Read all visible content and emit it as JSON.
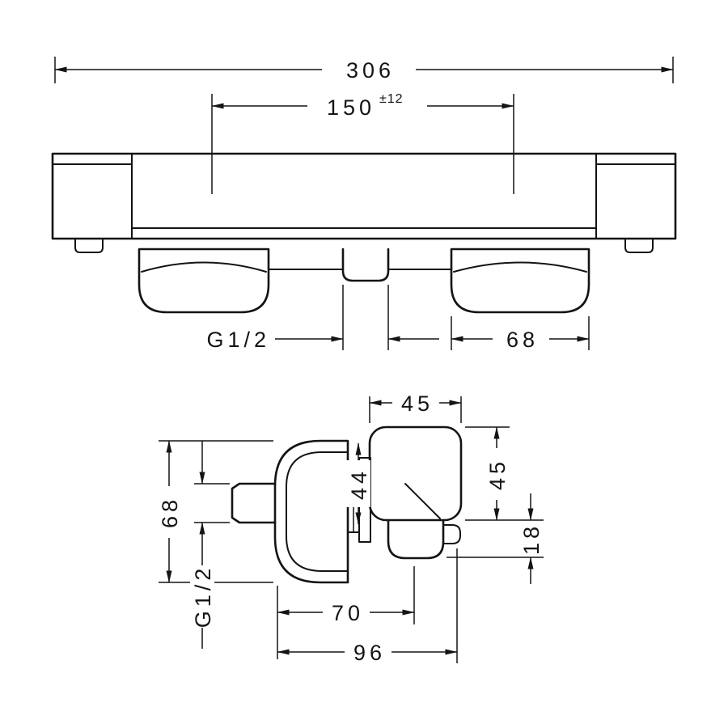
{
  "page": {
    "background": "#ffffff",
    "line_color": "#141414",
    "description": "Technical dimension drawing of a wall-mounted thermostatic shower mixer, front view and side view"
  },
  "front_view": {
    "overall_width": "306",
    "connection_spacing": "150",
    "connection_tolerance": "±12",
    "outlet_thread": "G1/2",
    "escutcheon_width": "68"
  },
  "side_view": {
    "head_width": "45",
    "head_height": "45",
    "nut_diameter": "44",
    "handle_height": "18",
    "body_height": "68",
    "inlet_thread": "G1/2",
    "depth_to_handle": "70",
    "overall_depth": "96"
  }
}
